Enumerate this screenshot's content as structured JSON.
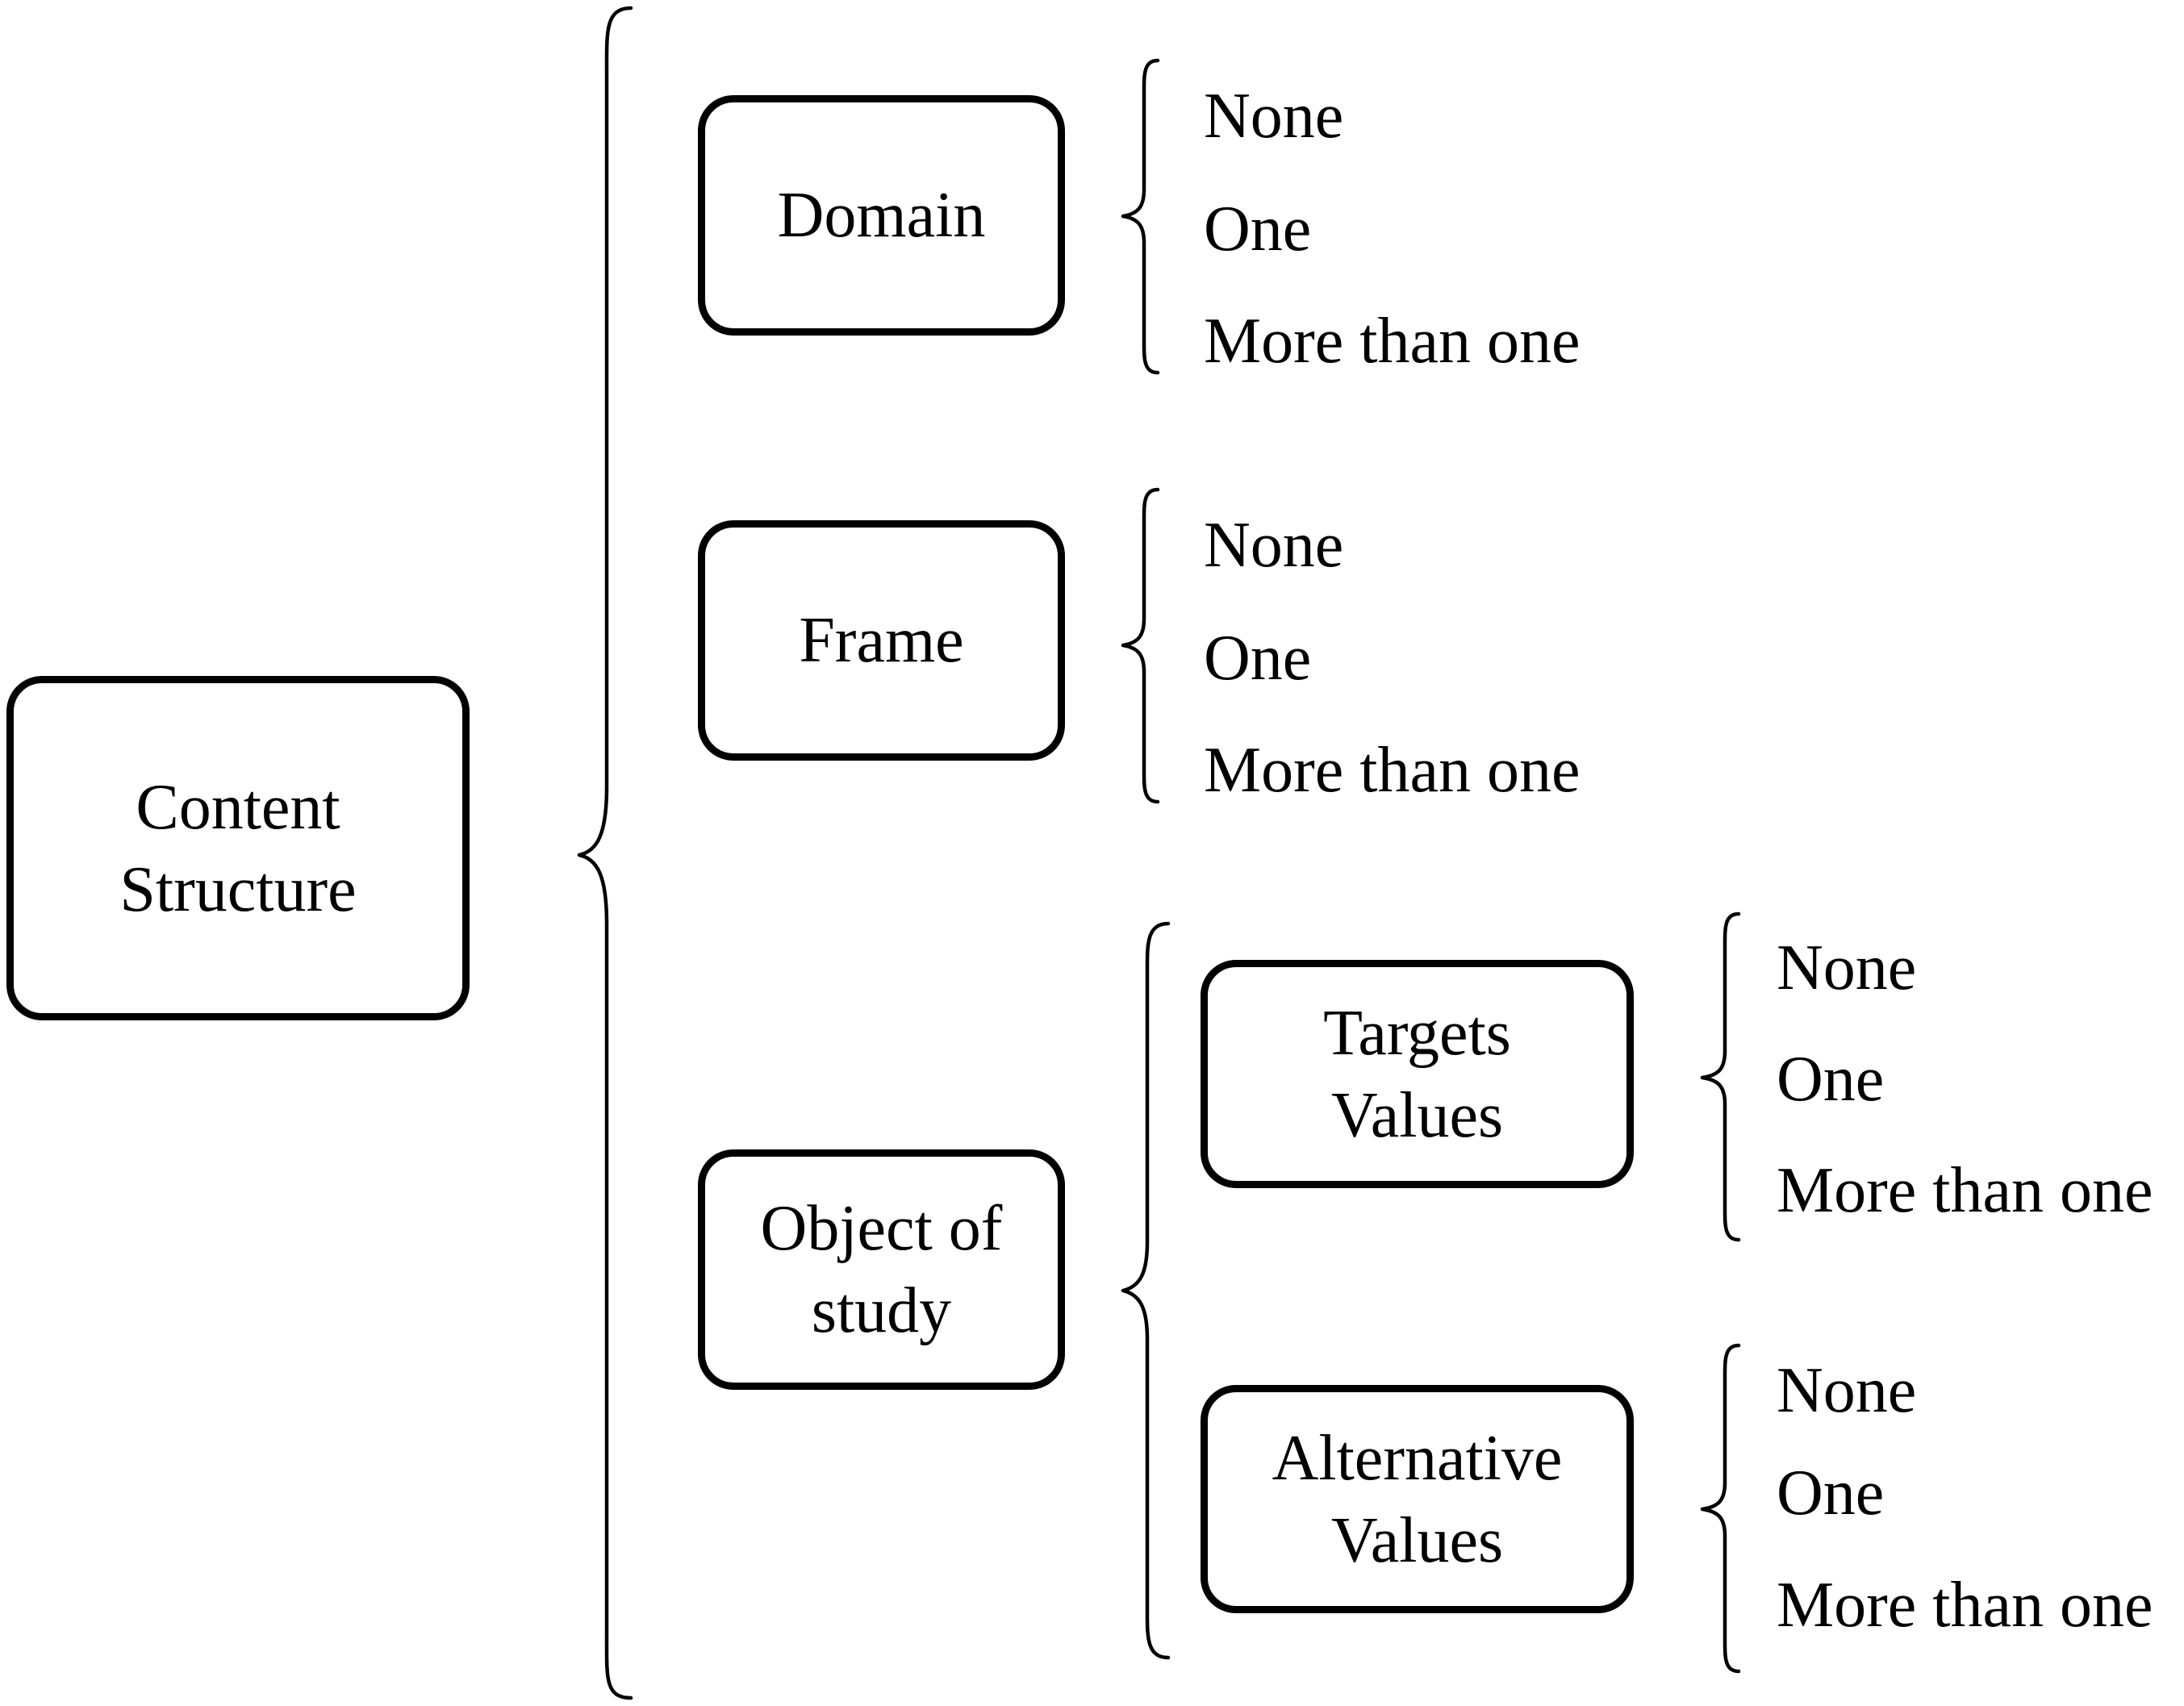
{
  "root": {
    "line1": "Content",
    "line2": "Structure"
  },
  "domain": {
    "label": "Domain",
    "options": [
      "None",
      "One",
      "More than one"
    ]
  },
  "frame": {
    "label": "Frame",
    "options": [
      "None",
      "One",
      "More than one"
    ]
  },
  "object_of_study": {
    "line1": "Object of",
    "line2": "study",
    "targets_values": {
      "line1": "Targets",
      "line2": "Values",
      "options": [
        "None",
        "One",
        "More than one"
      ]
    },
    "alternative_values": {
      "line1": "Alternative",
      "line2": "Values",
      "options": [
        "None",
        "One",
        "More than one"
      ]
    }
  },
  "colors": {
    "stroke": "#000000",
    "background": "#ffffff"
  }
}
